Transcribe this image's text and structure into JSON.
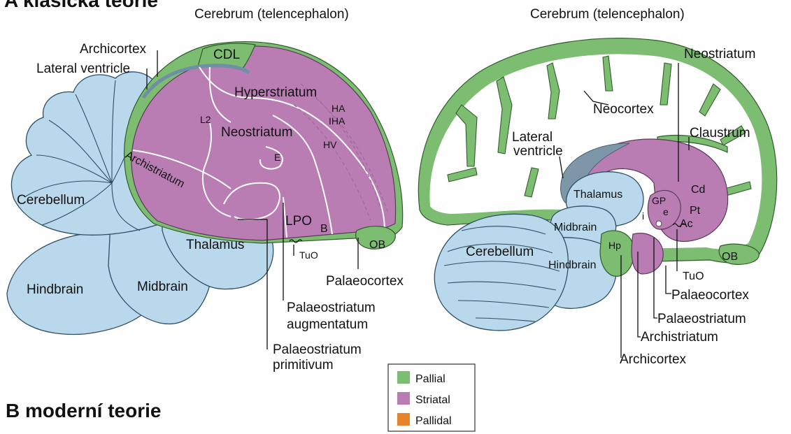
{
  "headings": {
    "panel_a": "A klasická teorie",
    "panel_b": "B moderní teorie"
  },
  "left_diagram": {
    "cerebrum": "Cerebrum (telencephalon)",
    "archicortex": "Archicortex",
    "lateral_ventricle": "Lateral ventricle",
    "cdl": "CDL",
    "hyperstriatum": "Hyperstriatum",
    "ha": "HA",
    "iha": "IHA",
    "hv": "HV",
    "l2": "L2",
    "neostriatum": "Neostriatum",
    "e": "E",
    "archistriatum": "Archistriatum",
    "cerebellum": "Cerebellum",
    "lpo": "LPO",
    "b": "B",
    "tuo": "TuO",
    "ob": "OB",
    "thalamus": "Thalamus",
    "hindbrain": "Hindbrain",
    "midbrain": "Midbrain",
    "palaeocortex": "Palaeocortex",
    "palaeostriatum_augmentatum_1": "Palaeostriatum",
    "palaeostriatum_augmentatum_2": "augmentatum",
    "palaeostriatum_primitivum_1": "Palaeostriatum",
    "palaeostriatum_primitivum_2": "primitivum"
  },
  "right_diagram": {
    "cerebrum": "Cerebrum (telencephalon)",
    "neostriatum": "Neostriatum",
    "neocortex": "Neocortex",
    "claustrum": "Claustrum",
    "lateral_1": "Lateral",
    "lateral_2": "ventricle",
    "thalamus": "Thalamus",
    "gp": "GP",
    "cd": "Cd",
    "i": "i",
    "e": "e",
    "pt": "Pt",
    "ac": "Ac",
    "midbrain": "Midbrain",
    "cerebellum": "Cerebellum",
    "hp": "Hp",
    "hindbrain": "Hindbrain",
    "ob": "OB",
    "tuo": "TuO",
    "palaeocortex": "Palaeocortex",
    "palaeostriatum": "Palaeostriatum",
    "archistriatum": "Archistriatum",
    "archicortex": "Archicortex"
  },
  "legend": [
    {
      "label": "Pallial",
      "color": "#7dbd72"
    },
    {
      "label": "Striatal",
      "color": "#b97db4"
    },
    {
      "label": "Pallidal",
      "color": "#e8842c"
    }
  ]
}
